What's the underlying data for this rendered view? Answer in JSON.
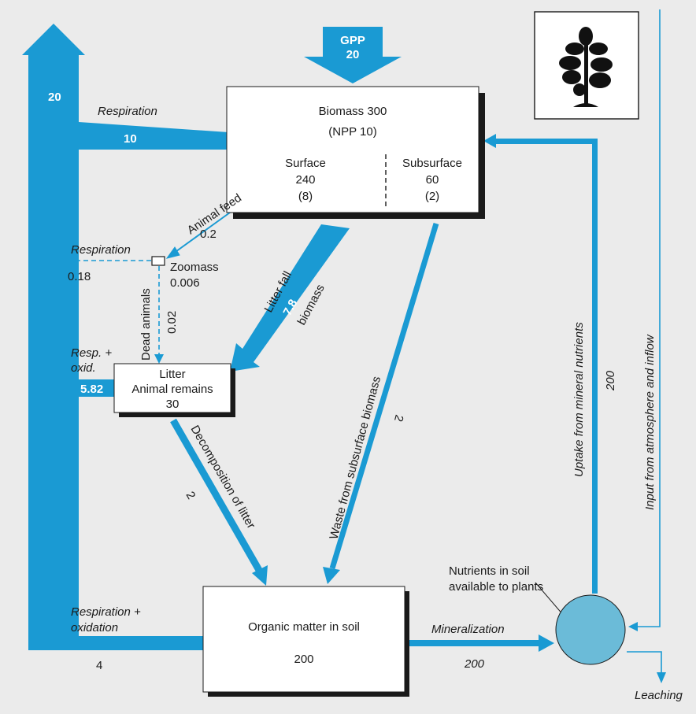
{
  "colors": {
    "background": "#ebebeb",
    "flow": "#1a9ad3",
    "nutrient_circle": "#6bbbd8",
    "box_fill": "#ffffff",
    "text": "#1a1a1a"
  },
  "icons": {
    "plant": "plant-silhouette-icon"
  },
  "gpp": {
    "label": "GPP",
    "value": "20"
  },
  "biomass": {
    "title": "Biomass  300",
    "npp": "(NPP 10)",
    "surface_label": "Surface",
    "surface_value": "240",
    "surface_npp": "(8)",
    "subsurface_label": "Subsurface",
    "subsurface_value": "60",
    "subsurface_npp": "(2)"
  },
  "respiration_top": {
    "label": "Respiration",
    "value": "10",
    "total": "20"
  },
  "animal_feed": {
    "label": "Animal feed",
    "value": "0.2"
  },
  "zoomass": {
    "label": "Zoomass",
    "value": "0.006"
  },
  "zoo_respiration": {
    "label": "Respiration",
    "value": "0.18"
  },
  "dead_animals": {
    "label": "Dead animals",
    "value": "0.02"
  },
  "litter_fall": {
    "label1": "Litter fall",
    "value": "7.8",
    "label2": "biomass"
  },
  "litter": {
    "line1": "Litter",
    "line2": "Animal remains",
    "value": "30",
    "resp_label1": "Resp. +",
    "resp_label2": "oxid.",
    "resp_value": "5.82"
  },
  "decomposition": {
    "label": "Decomposition of litter",
    "value": "2"
  },
  "waste_subsurface": {
    "label": "Waste from subsurface biomass",
    "value": "2"
  },
  "soil": {
    "title": "Organic matter in soil",
    "value": "200",
    "resp_label1": "Respiration +",
    "resp_label2": "oxidation",
    "resp_value": "4"
  },
  "mineralization": {
    "label": "Mineralization",
    "value": "200"
  },
  "nutrients": {
    "line1": "Nutrients in soil",
    "line2": "available to plants"
  },
  "uptake": {
    "label": "Uptake from mineral nutrients",
    "value": "200"
  },
  "input": {
    "label": "Input from atmosphere and inflow"
  },
  "leaching": {
    "label": "Leaching"
  }
}
